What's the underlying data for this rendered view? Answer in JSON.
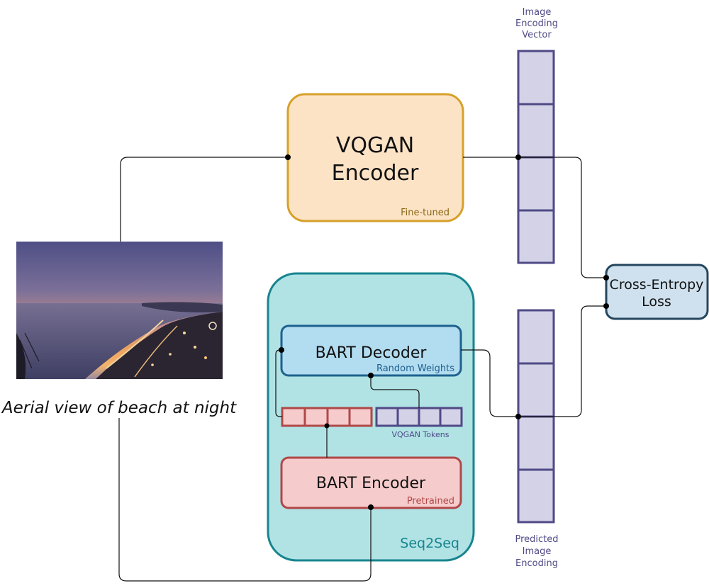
{
  "image_encoding_label": [
    "Image",
    "Encoding",
    "Vector"
  ],
  "predicted_encoding_label": [
    "Predicted",
    "Image",
    "Encoding"
  ],
  "vqgan_encoder": {
    "title_lines": [
      "VQGAN",
      "Encoder"
    ],
    "tag": "Fine-tuned"
  },
  "loss": {
    "title_lines": [
      "Cross-Entropy",
      "Loss"
    ]
  },
  "seq2seq": {
    "label": "Seq2Seq",
    "decoder": {
      "title": "BART Decoder",
      "tag": "Random Weights"
    },
    "encoder": {
      "title": "BART Encoder",
      "tag": "Pretrained"
    },
    "tokens_label": "VQGAN Tokens"
  },
  "caption": "Aerial view of beach at night",
  "colors": {
    "vqgan_fill": "#fde3c6",
    "vqgan_stroke": "#d6a02a",
    "seq2seq_fill": "#b1e3e5",
    "seq2seq_stroke": "#17858f",
    "decoder_fill": "#b2dcf0",
    "decoder_stroke": "#1e618f",
    "encoder_fill": "#f6cbcb",
    "encoder_stroke": "#b04848",
    "vector_fill": "#d3d2e7",
    "vector_stroke": "#4f4a86",
    "loss_fill": "#cfe1ee",
    "loss_stroke": "#24465e"
  }
}
